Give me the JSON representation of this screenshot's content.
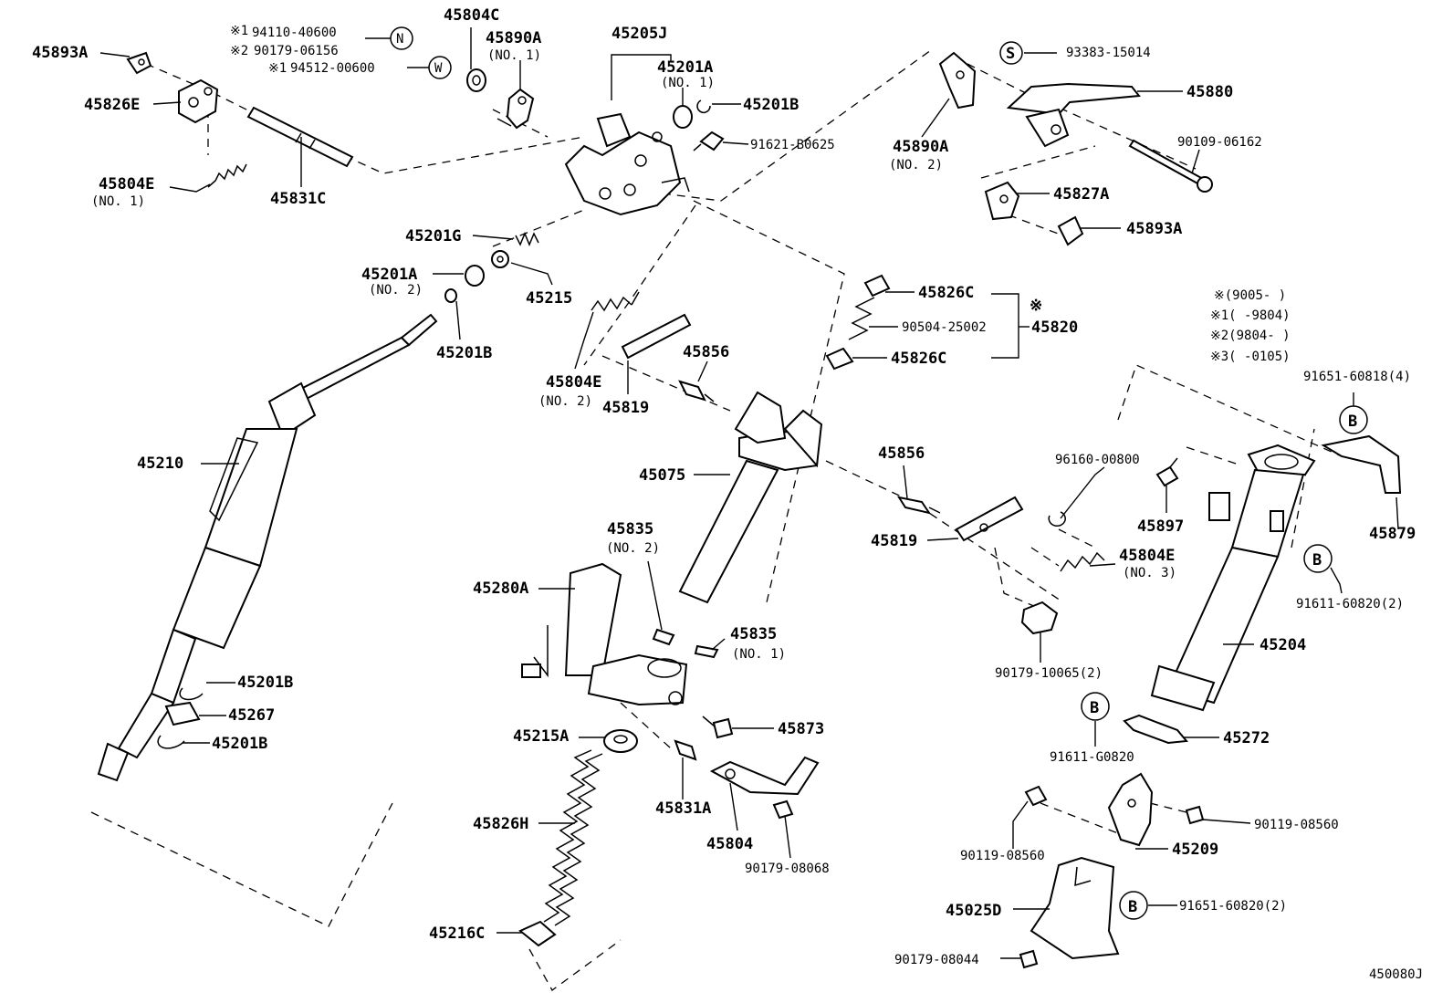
{
  "diagram_id": "450080J",
  "labels": {
    "p45893A_1": "45893A",
    "p45826E": "45826E",
    "p45804E_1": "45804E",
    "no1_a": "(NO. 1)",
    "p45831C": "45831C",
    "note_n_sym": "※1",
    "note_n_text": "94110-40600",
    "note_n_mark": "N",
    "note_2_sym": "※2",
    "note_2_text": "90179-06156",
    "note_w_sym": "※1",
    "note_w_text": "94512-00600",
    "note_w_mark": "W",
    "p45804C": "45804C",
    "p45890A_1": "45890A",
    "no1_b": "(NO. 1)",
    "p45205J": "45205J",
    "p45201A_1": "45201A",
    "no1_c": "(NO. 1)",
    "p45201B_1": "45201B",
    "p91621": "91621-B0625",
    "p45201G": "45201G",
    "p45201A_2": "45201A",
    "no2_a": "(NO. 2)",
    "p45215": "45215",
    "p45201B_2": "45201B",
    "p45210": "45210",
    "p45201B_3": "45201B",
    "p45267": "45267",
    "p45201B_4": "45201B",
    "p45804E_2": "45804E",
    "no2_b": "(NO. 2)",
    "p45819_1": "45819",
    "p45856_1": "45856",
    "p45075": "45075",
    "p45835_2": "45835",
    "no2_c": "(NO. 2)",
    "p45280A": "45280A",
    "p45835_1": "45835",
    "no1_d": "(NO. 1)",
    "p45873": "45873",
    "p45215A": "45215A",
    "p45831A": "45831A",
    "p45804": "45804",
    "p90179_08068": "90179-08068",
    "p45826H": "45826H",
    "p45216C": "45216C",
    "p45890A_2": "45890A",
    "no2_d": "(NO. 2)",
    "s_mark": "S",
    "p93383": "93383-15014",
    "p45880": "45880",
    "p90109": "90109-06162",
    "p45827A": "45827A",
    "p45893A_2": "45893A",
    "p45826C_1": "45826C",
    "p90504": "90504-25002",
    "p45820": "45820",
    "p45820_sym": "※",
    "p45826C_2": "45826C",
    "p45856_2": "45856",
    "p45819_2": "45819",
    "p96160": "96160-00800",
    "p45897": "45897",
    "p45804E_3": "45804E",
    "no3": "(NO. 3)",
    "p90179_10065": "90179-10065(2)",
    "date_0": "※(9005-      )",
    "date_1": "※1(      -9804)",
    "date_2": "※2(9804-      )",
    "date_3": "※3(      -0105)",
    "p91651_4": "91651-60818(4)",
    "b_mark": "B",
    "p45879": "45879",
    "p91611_2": "91611-60820(2)",
    "p45204": "45204",
    "p91611_g": "91611-G0820",
    "p45272": "45272",
    "p90119_a": "90119-08560",
    "p90119_b": "90119-08560",
    "p45209": "45209",
    "p45025D": "45025D",
    "p91651_2": "91651-60820(2)",
    "p90179_08044": "90179-08044"
  }
}
